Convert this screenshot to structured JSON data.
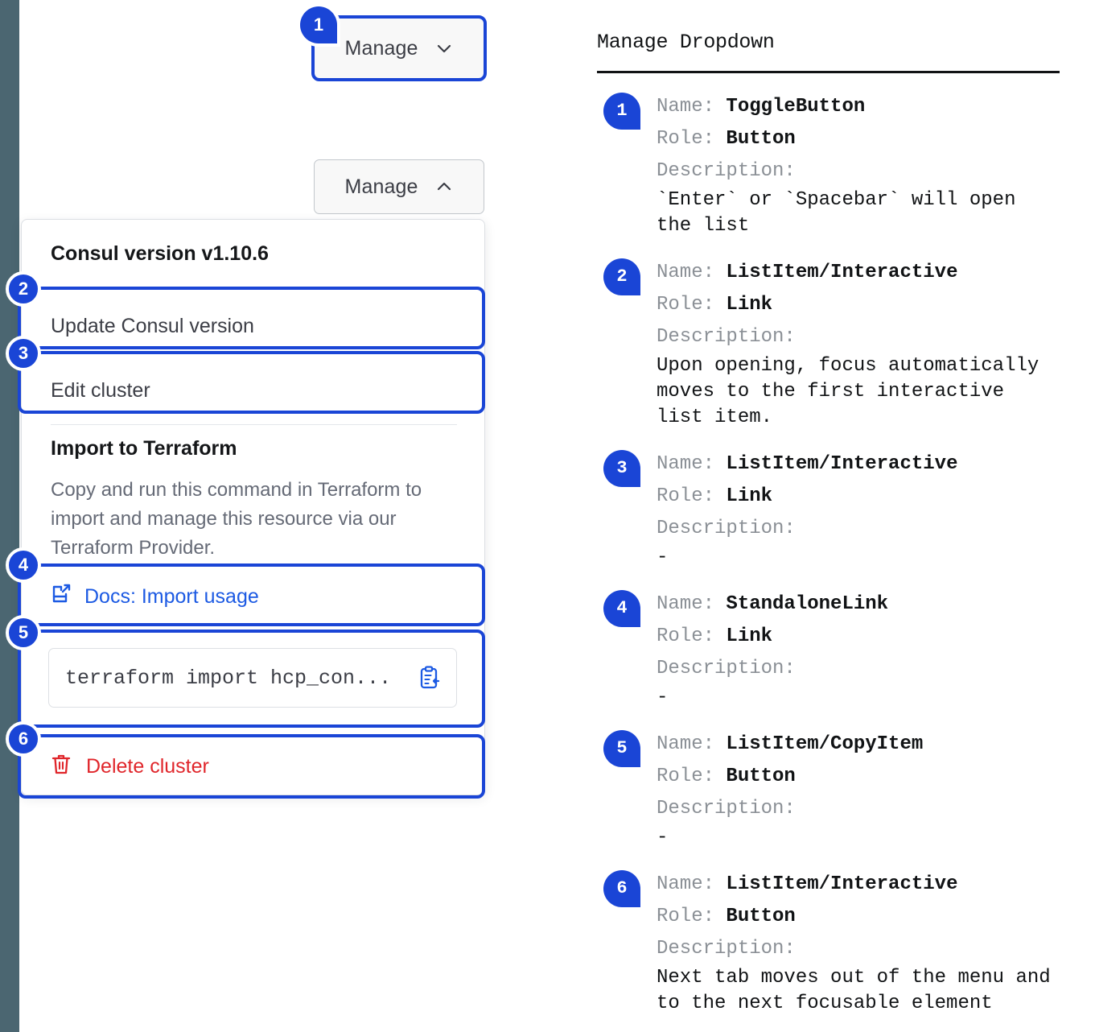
{
  "rail": {
    "color": "#4b6671"
  },
  "accent": {
    "blue": "#1a45d6",
    "link_blue": "#1c5ae3",
    "danger_red": "#e0262b"
  },
  "buttons": {
    "manage_closed": {
      "label": "Manage",
      "chevron": "chevron-down-icon",
      "badge": "1"
    },
    "manage_open": {
      "label": "Manage",
      "chevron": "chevron-up-icon"
    }
  },
  "dropdown": {
    "version_header": "Consul version v1.10.6",
    "items": [
      {
        "badge": "2",
        "label": "Update Consul version"
      },
      {
        "badge": "3",
        "label": "Edit cluster"
      }
    ],
    "terraform": {
      "title": "Import to Terraform",
      "body": "Copy and run this command in Terraform to import and manage this resource via our Terraform Provider.",
      "docs_link": {
        "badge": "4",
        "label": "Docs: Import usage",
        "icon": "docs-external-link-icon"
      },
      "copy_field": {
        "badge": "5",
        "value": "terraform import hcp_con...",
        "icon": "copy-clipboard-icon"
      }
    },
    "delete": {
      "badge": "6",
      "label": "Delete cluster",
      "icon": "trash-icon"
    }
  },
  "panel": {
    "title": "Manage Dropdown",
    "labels": {
      "name": "Name:",
      "role": "Role:",
      "description": "Description:"
    },
    "entries": [
      {
        "badge": "1",
        "name": "ToggleButton",
        "role": "Button",
        "description": "`Enter` or `Spacebar` will open\nthe list"
      },
      {
        "badge": "2",
        "name": "ListItem/Interactive",
        "role": "Link",
        "description": "Upon opening, focus automatically\nmoves to the first interactive\nlist item."
      },
      {
        "badge": "3",
        "name": "ListItem/Interactive",
        "role": "Link",
        "description": "-"
      },
      {
        "badge": "4",
        "name": "StandaloneLink",
        "role": "Link",
        "description": "-"
      },
      {
        "badge": "5",
        "name": "ListItem/CopyItem",
        "role": "Button",
        "description": "-"
      },
      {
        "badge": "6",
        "name": "ListItem/Interactive",
        "role": "Button",
        "description": "Next tab moves out of the menu and\nto the next focusable element"
      }
    ]
  }
}
